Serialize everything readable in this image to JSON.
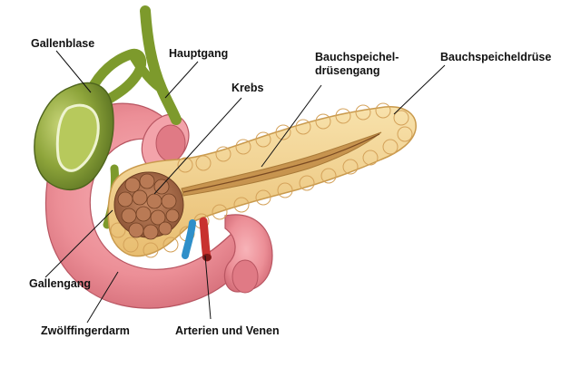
{
  "labels": {
    "gallbladder": "Gallenblase",
    "main_duct": "Hauptgang",
    "cancer": "Krebs",
    "pancreatic_duct": "Bauchspeichel-\ndrüsengang",
    "pancreas": "Bauchspeicheldrüse",
    "bile_duct": "Gallengang",
    "duodenum": "Zwölffingerdarm",
    "vessels": "Arterien und Venen"
  },
  "colors": {
    "duodenum": "#ec8f97",
    "gallbladder": "#8da43a",
    "pancreas": "#f1cf8c",
    "tumor": "#a86a4a",
    "artery": "#c8322f",
    "vein": "#2f8fc9",
    "leader_line": "#111111"
  }
}
